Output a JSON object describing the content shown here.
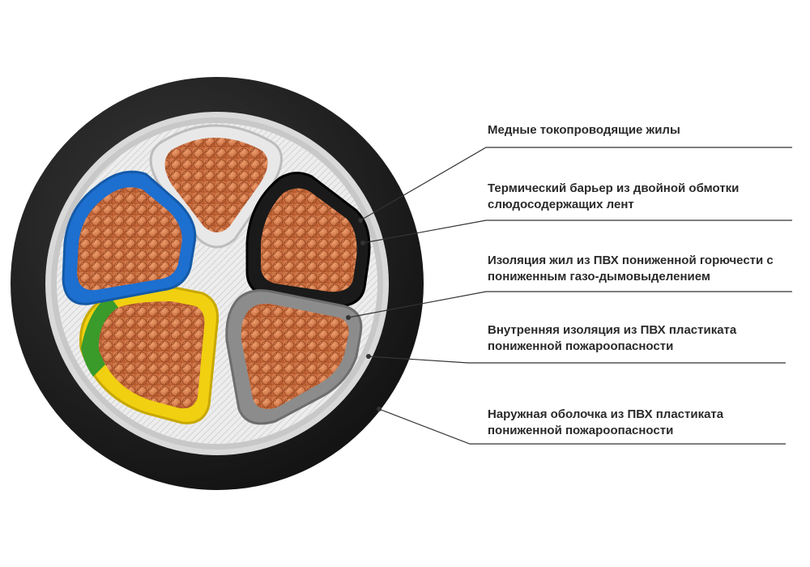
{
  "labels": [
    {
      "lines": [
        "Медные токопроводящие жилы"
      ]
    },
    {
      "lines": [
        "Термический барьер из двойной обмотки",
        "слюдосодержащих лент"
      ]
    },
    {
      "lines": [
        "Изоляция жил из ПВХ пониженной горючести с",
        "пониженным газо-дымовыделением"
      ]
    },
    {
      "lines": [
        "Внутренняя изоляция из ПВХ пластиката",
        "пониженной пожароопасности"
      ]
    },
    {
      "lines": [
        "Наружная оболочка из ПВХ пластиката",
        "пониженной пожароопасности"
      ]
    }
  ],
  "colors": {
    "outer_sheath": "#1e1e1e",
    "inner_insulation": "#d9d9d9",
    "filler": "#efefef",
    "copper": "#d6784a",
    "copper_dark": "#a24f2a",
    "core_white": "#ececec",
    "core_black": "#1a1a1a",
    "core_grey": "#8c8c8c",
    "core_blue": "#1d6fd0",
    "core_yellow": "#f0d010",
    "core_green": "#3a9a2a",
    "leader_line": "#333333"
  }
}
